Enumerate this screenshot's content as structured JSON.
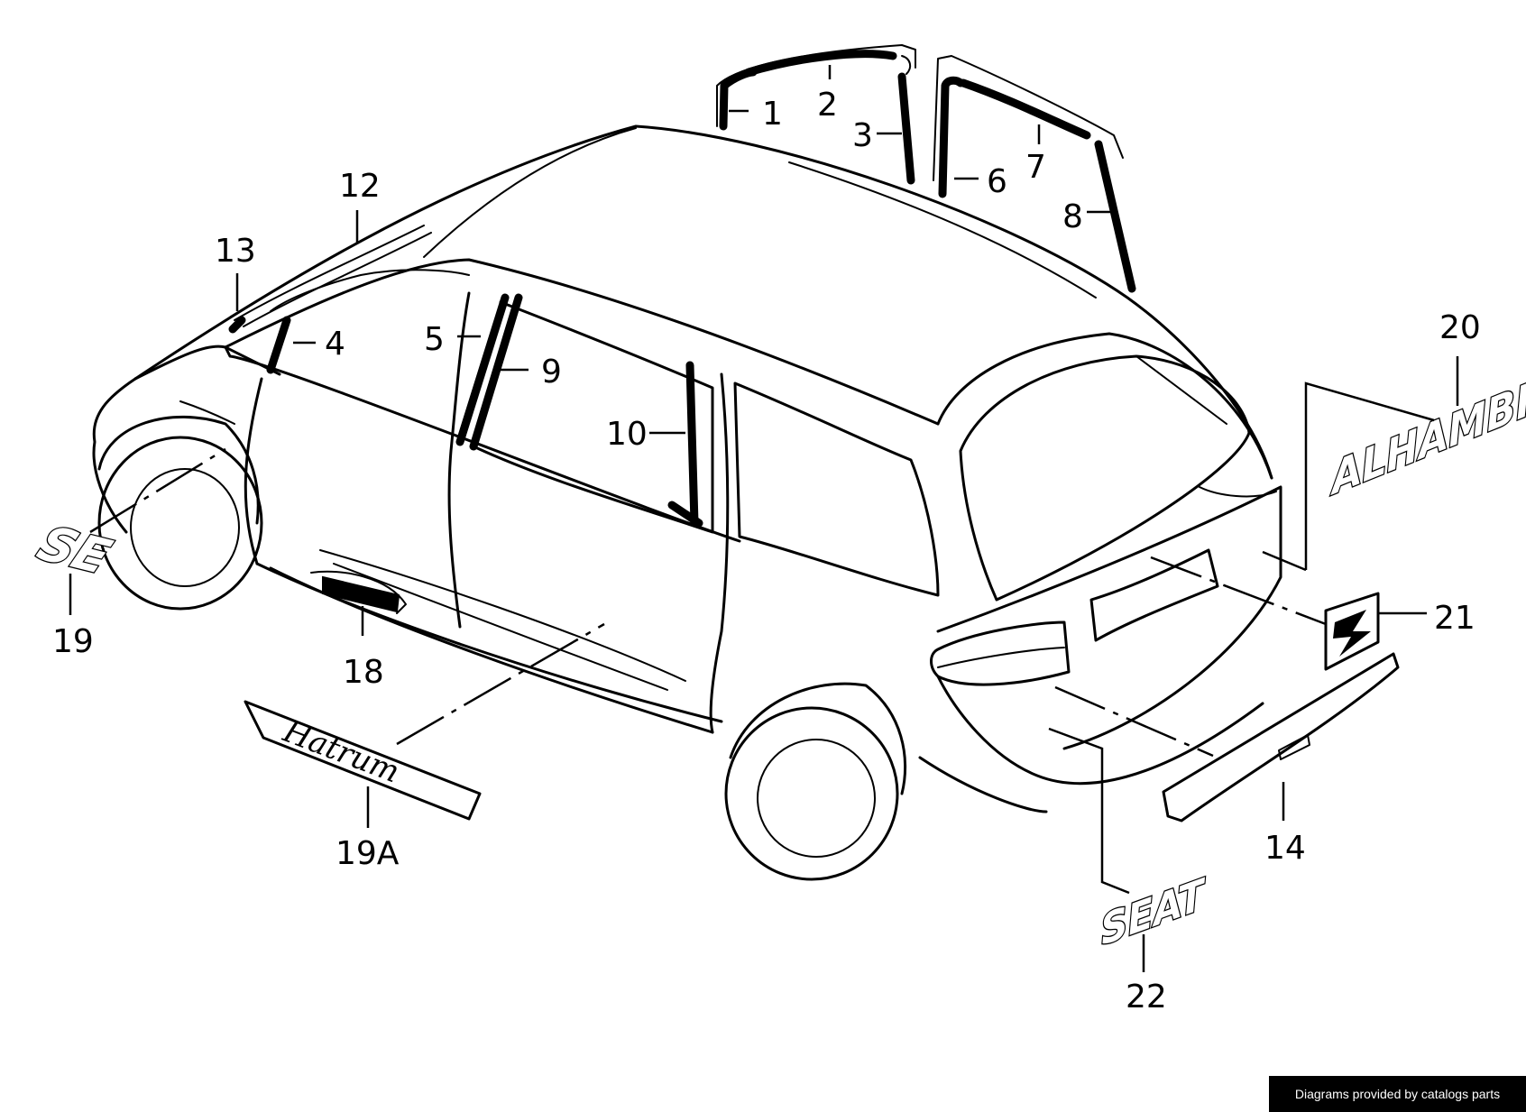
{
  "callouts": {
    "c1": "1",
    "c2": "2",
    "c3": "3",
    "c4": "4",
    "c5": "5",
    "c6": "6",
    "c7": "7",
    "c8": "8",
    "c9": "9",
    "c10": "10",
    "c12": "12",
    "c13": "13",
    "c14": "14",
    "c18": "18",
    "c19": "19",
    "c19a": "19A",
    "c20": "20",
    "c21": "21",
    "c22": "22"
  },
  "emblems": {
    "alhambra": "ALHAMBRA",
    "se": "SE",
    "seat": "SEAT",
    "hatrum": "Hatrum"
  },
  "credit": "Diagrams provided by catalogs parts"
}
